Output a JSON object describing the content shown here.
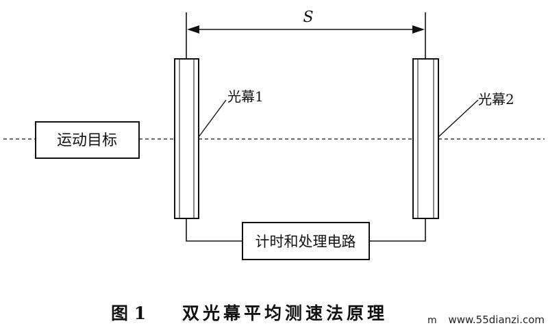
{
  "diagram": {
    "distance_label": "S",
    "moving_target": "运动目标",
    "light_screen_1": "光幕1",
    "light_screen_2": "光幕2",
    "timing_circuit": "计时和处理电路"
  },
  "caption": {
    "figure_number": "图 1",
    "title": "双光幕平均测速法原理"
  },
  "watermark": {
    "prefix": "m",
    "site": "www.55dianzi.com"
  },
  "colors": {
    "ink": "#111111",
    "watermark_blue": "#3b5bb5"
  }
}
